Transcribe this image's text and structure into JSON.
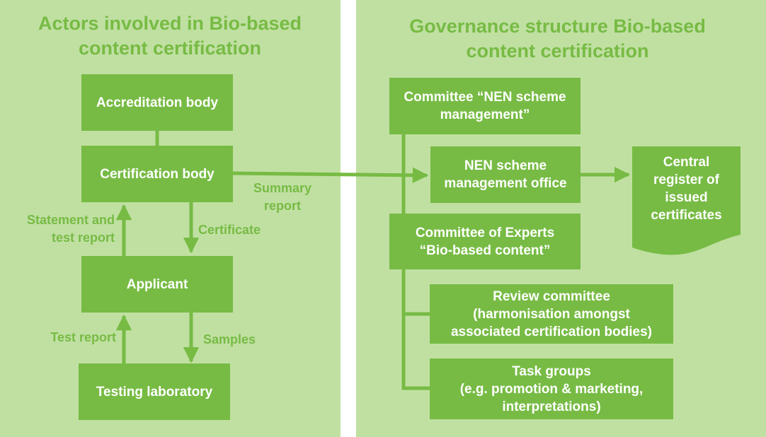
{
  "left": {
    "title": "Actors involved in Bio-based\ncontent certification",
    "boxes": {
      "accreditation": "Accreditation body",
      "certification": "Certification body",
      "applicant": "Applicant",
      "laboratory": "Testing laboratory"
    },
    "labels": {
      "statement": "Statement and\ntest report",
      "certificate": "Certificate",
      "test_report": "Test report",
      "samples": "Samples",
      "summary": "Summary\nreport"
    }
  },
  "right": {
    "title": "Governance structure Bio-based\ncontent certification",
    "boxes": {
      "scheme_committee": "Committee “NEN scheme\nmanagement”",
      "office": "NEN scheme\nmanagement office",
      "experts": "Committee of Experts\n“Bio-based content”",
      "review": "Review committee\n(harmonisation amongst\nassociated certification bodies)",
      "task_groups": "Task groups\n(e.g. promotion & marketing,\ninterpretations)"
    },
    "register": "Central\nregister of\nissued\ncertificates"
  },
  "colors": {
    "panel": "#c0e0a2",
    "accent": "#77bb44",
    "box_text": "#ffffff"
  }
}
